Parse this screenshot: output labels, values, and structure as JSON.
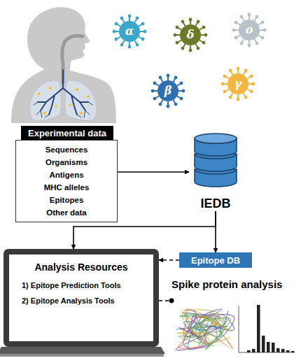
{
  "diagram": {
    "nodes": [
      {
        "text": [
          "α"
        ]
      },
      {
        "text": [
          "δ"
        ]
      },
      {
        "text": [
          "ο"
        ]
      },
      {
        "text": [
          "β"
        ]
      },
      {
        "text": [
          "γ"
        ]
      },
      {
        "text": [
          "Experimental data"
        ]
      },
      {
        "text": [
          "Sequences",
          "Organisms",
          "Antigens",
          "MHC alleles",
          "Epitopes",
          "Other data"
        ]
      },
      {
        "text": [
          "IEDB"
        ]
      },
      {
        "text": [
          "Analysis Resources",
          "1) Epitope Prediction Tools",
          "2) Epitope Analysis Tools"
        ]
      },
      {
        "text": [
          "Epitope DB"
        ]
      },
      {
        "text": [
          "Spike protein analysis"
        ]
      }
    ],
    "edges": [
      {
        "from": 6,
        "to": 7,
        "arrow": "to"
      },
      {
        "from": 7,
        "to": 8,
        "arrow": "to"
      },
      {
        "from": 7,
        "to": 9,
        "arrow": "to"
      },
      {
        "from": 9,
        "to": 8,
        "arrow": "to"
      },
      {
        "from": 8,
        "to": 10,
        "arrow": "none"
      }
    ]
  }
}
